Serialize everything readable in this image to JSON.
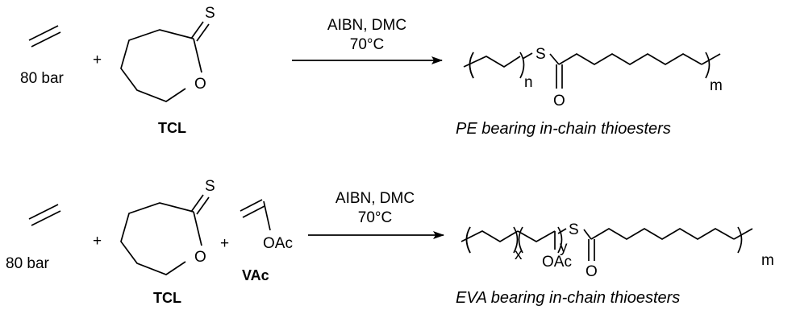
{
  "reaction_1": {
    "reagent_pressure": "80 bar",
    "plus_1": "+",
    "monomer_atoms": {
      "sulfur": "S",
      "oxygen": "O"
    },
    "monomer_label": "TCL",
    "conditions_line_1": "AIBN, DMC",
    "conditions_line_2": "70°C",
    "product_atoms": {
      "sulfur": "S",
      "oxygen": "O"
    },
    "product_subscript_n": "n",
    "product_subscript_m": "m",
    "product_caption": "PE bearing in-chain thioesters"
  },
  "reaction_2": {
    "reagent_pressure": "80 bar",
    "plus_1": "+",
    "plus_2": "+",
    "monomer_atoms": {
      "sulfur": "S",
      "oxygen": "O"
    },
    "monomer_label": "TCL",
    "comonomer_group": "OAc",
    "comonomer_label": "VAc",
    "conditions_line_1": "AIBN, DMC",
    "conditions_line_2": "70°C",
    "product_atoms": {
      "sulfur": "S",
      "oxygen": "O",
      "acetate": "OAc"
    },
    "product_subscript_x": "x",
    "product_subscript_y": "y",
    "product_subscript_m": "m",
    "product_caption": "EVA bearing in-chain thioesters"
  },
  "colors": {
    "ink": "#000000",
    "background": "#ffffff"
  }
}
